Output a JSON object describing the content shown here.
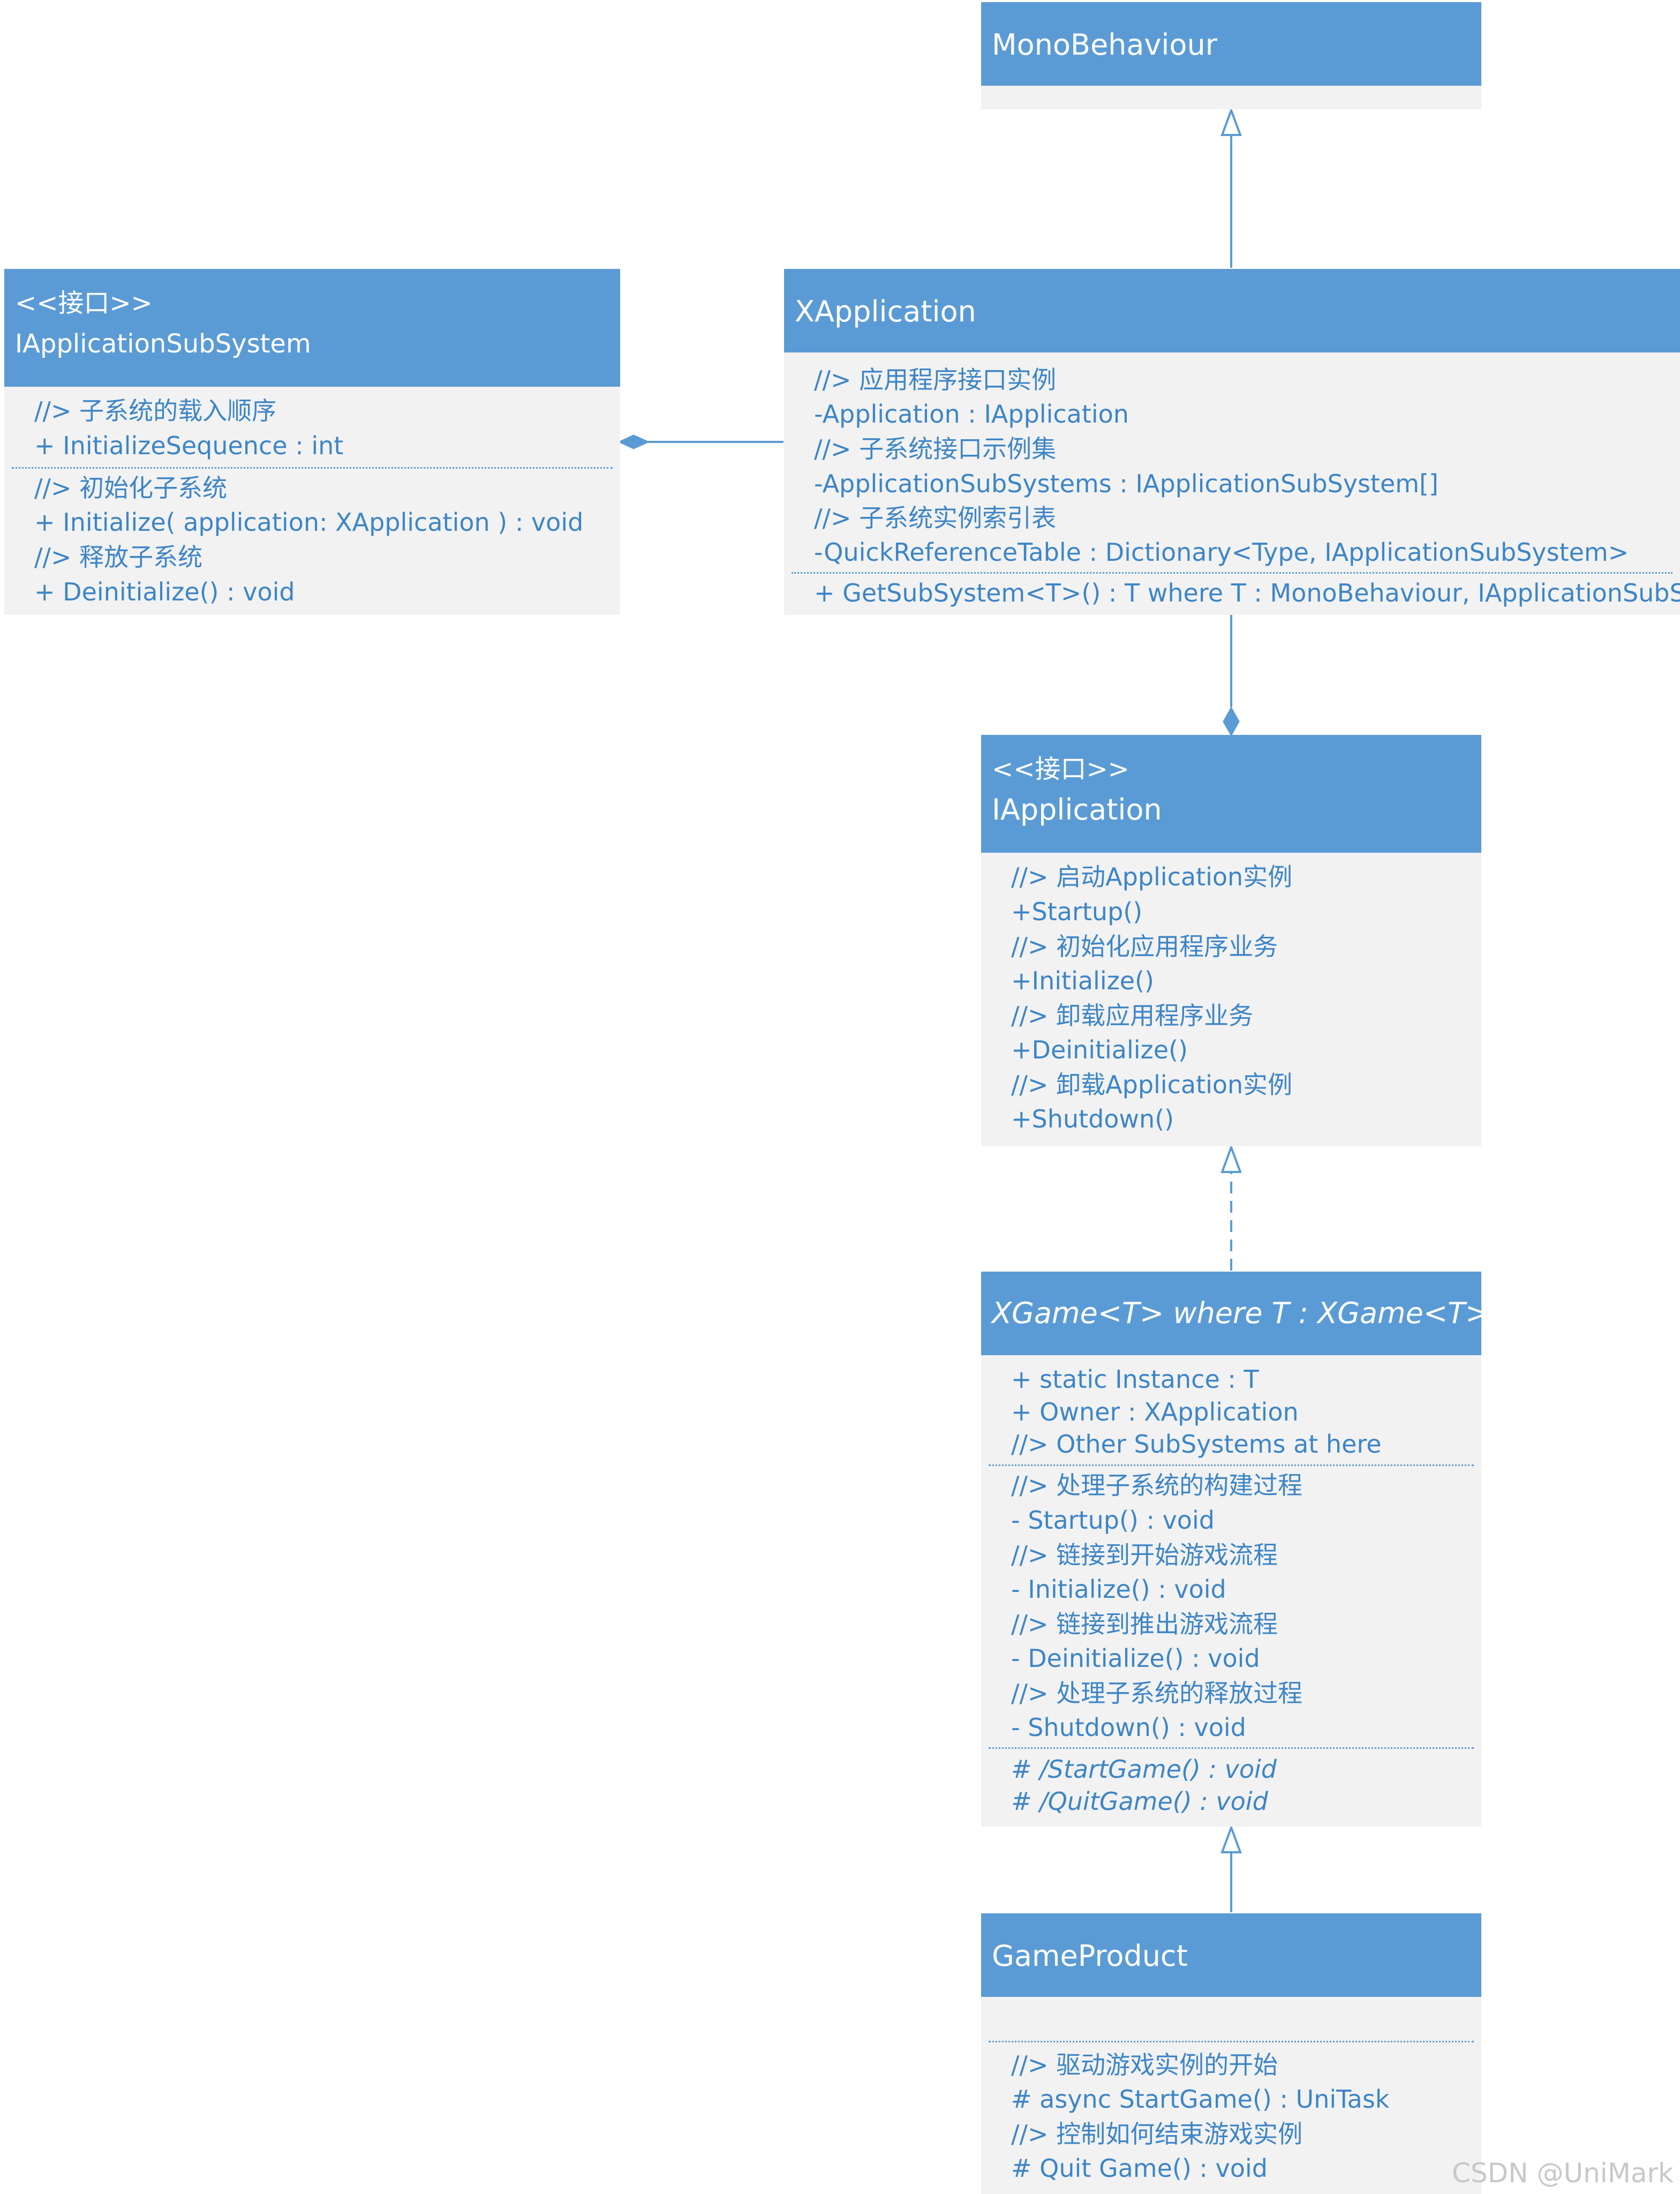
{
  "monobehaviour": {
    "name": "MonoBehaviour"
  },
  "xapplication": {
    "name": "XApplication",
    "attributes": [
      "//> 应用程序接口实例",
      "-Application : IApplication",
      "//> 子系统接口示例集",
      "-ApplicationSubSystems : IApplicationSubSystem[]",
      "//> 子系统实例索引表",
      "-QuickReferenceTable : Dictionary<Type, IApplicationSubSystem>"
    ],
    "operations": [
      "+ GetSubSystem<T>() : T where T : MonoBehaviour, IApplicationSubSystem"
    ]
  },
  "iapplicationsubsystem": {
    "stereotype": "<<接口>>",
    "name": "IApplicationSubSystem",
    "attributes": [
      "//> 子系统的载入顺序",
      "+ InitializeSequence : int"
    ],
    "operations": [
      "//> 初始化子系统",
      "+ Initialize( application: XApplication ) : void",
      "//> 释放子系统",
      "+ Deinitialize() : void"
    ]
  },
  "iapplication": {
    "stereotype": "<<接口>>",
    "name": "IApplication",
    "operations": [
      "//> 启动Application实例",
      "+Startup()",
      "//> 初始化应用程序业务",
      "+Initialize()",
      "//> 卸载应用程序业务",
      "+Deinitialize()",
      "//> 卸载Application实例",
      "+Shutdown()"
    ]
  },
  "xgame": {
    "name": "XGame<T>  where T : XGame<T>",
    "attributes": [
      "+ static Instance : T",
      "+ Owner : XApplication",
      "//> Other SubSystems at here"
    ],
    "operations": [
      "//> 处理子系统的构建过程",
      "- Startup() : void",
      "//> 链接到开始游戏流程",
      "- Initialize() : void",
      "//> 链接到推出游戏流程",
      "- Deinitialize() : void",
      "//> 处理子系统的释放过程",
      "- Shutdown() : void"
    ],
    "abstract_operations": [
      "# /StartGame() : void",
      "# /QuitGame() : void"
    ]
  },
  "gameproduct": {
    "name": "GameProduct",
    "operations": [
      "//> 驱动游戏实例的开始",
      "# async StartGame() : UniTask",
      "//> 控制如何结束游戏实例",
      "# Quit Game() : void"
    ]
  },
  "watermark": "CSDN @UniMark",
  "colors": {
    "header": "#5b9bd5",
    "body": "#f2f2f2",
    "text": "#3d85c6",
    "line": "#5b9bd5"
  }
}
